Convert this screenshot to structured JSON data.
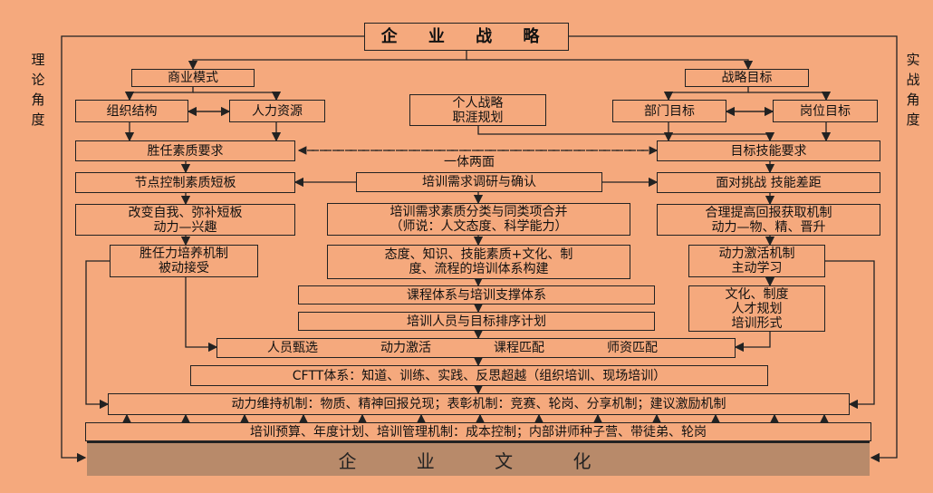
{
  "title": "企 业 战 略",
  "side_left": "理论角度",
  "side_right": "实战角度",
  "left": {
    "business_model": "商业模式",
    "org_structure": "组织结构",
    "hr": "人力资源",
    "competency": "胜任素质要求",
    "node_control": "节点控制素质短板",
    "change_self": "改变自我、弥补短板\n动力—兴趣",
    "cultivation": "胜任力培养机制\n被动接受"
  },
  "center": {
    "personal": "个人战略\n职涯规划",
    "one_two": "一体两面",
    "survey": "培训需求调研与确认",
    "classify": "培训需求素质分类与同类项合并\n（师说：人文态度、科学能力）",
    "system": "态度、知识、技能素质+文化、制\n度、流程的培训体系构建",
    "course": "课程体系与培训支撑体系",
    "schedule": "培训人员与目标排序计划",
    "evaluation": [
      "人员甄选",
      "动力激活",
      "课程匹配",
      "师资匹配"
    ],
    "cftt": "CFTT体系：知道、训练、实践、反思超越（组织培训、现场培训）",
    "maintain": "动力维持机制：物质、精神回报兑现；表彰机制：竞赛、轮岗、分享机制；建议激励机制",
    "budget": "培训预算、年度计划、培训管理机制：成本控制；内部讲师种子营、带徒弟、轮岗"
  },
  "right": {
    "strategic_goal": "战略目标",
    "dept_goal": "部门目标",
    "post_goal": "岗位目标",
    "skill_req": "目标技能要求",
    "challenge": "面对挑战 技能差距",
    "reward": "合理提高回报获取机制\n动力—物、精、晋升",
    "activation": "动力激活机制\n主动学习",
    "culture_plan": "文化、制度\n人才规划\n培训形式"
  },
  "culture": "企 业 文 化"
}
